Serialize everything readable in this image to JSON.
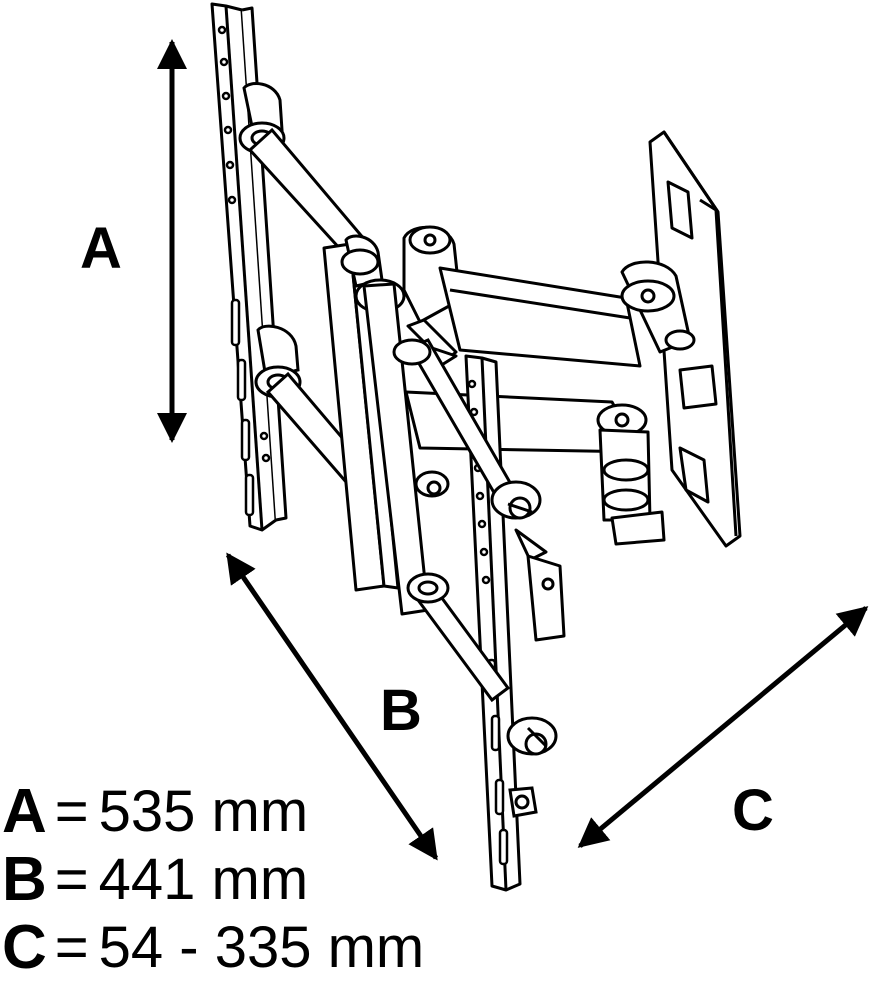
{
  "labels": {
    "a": "A",
    "b": "B",
    "c": "C"
  },
  "legend": [
    {
      "key": "A",
      "sep": "=",
      "value": "535 mm"
    },
    {
      "key": "B",
      "sep": "=",
      "value": "441 mm"
    },
    {
      "key": "C",
      "sep": "=",
      "value": "54 - 335 mm"
    }
  ],
  "colors": {
    "ink": "#000000",
    "paper": "#ffffff"
  }
}
